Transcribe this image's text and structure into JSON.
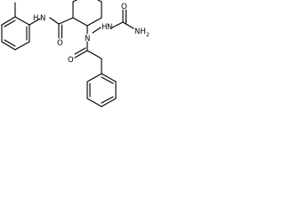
{
  "molecule": {
    "labels": {
      "amide_nh": "N",
      "amide_nh_h": "H",
      "amide_o": "O",
      "hydrazine_n1": "N",
      "hydrazine_n2": "N",
      "hydrazine_h": "H",
      "urea_o": "O",
      "nh2": "NH",
      "nh2_sub": "2",
      "acyl_o": "O"
    },
    "colors": {
      "bond": "#000000",
      "text": "#000000",
      "background": "#ffffff"
    }
  }
}
